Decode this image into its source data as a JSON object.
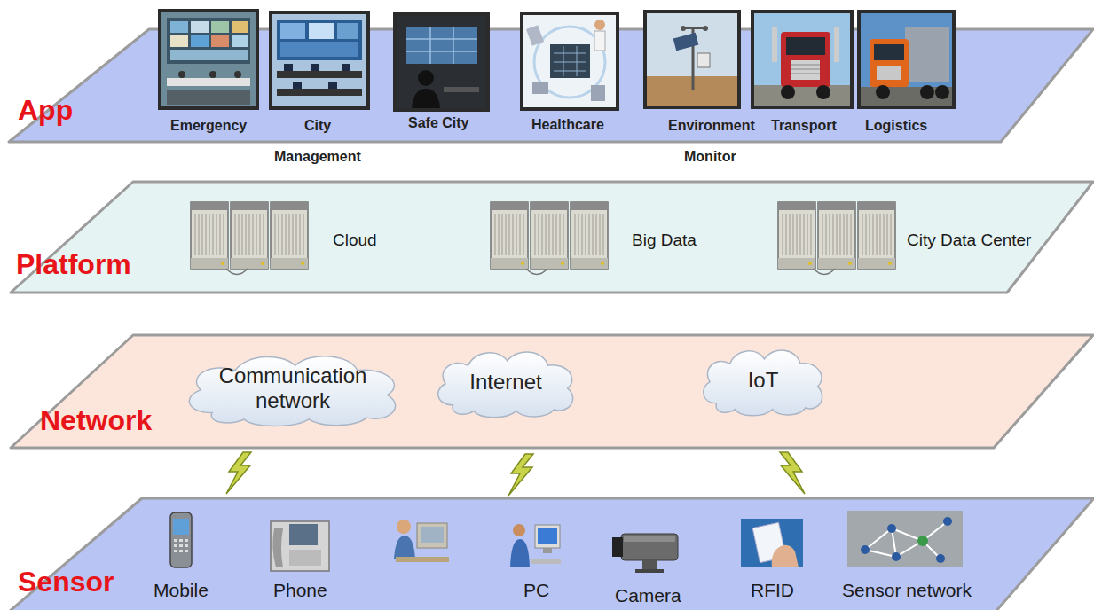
{
  "diagram": {
    "nodes": [
      {
        "text": [
          "App"
        ]
      },
      {
        "text": [
          "Platform"
        ]
      },
      {
        "text": [
          "Network"
        ]
      },
      {
        "text": [
          "Communication network"
        ],
        "in": 2
      },
      {
        "text": [
          "Internet"
        ],
        "in": 2
      },
      {
        "text": [
          "IoT"
        ],
        "in": 2
      },
      {
        "text": [
          "Sensor"
        ]
      }
    ],
    "labels": [
      "Emergency",
      "City",
      "Safe City",
      "Healthcare",
      "Environment",
      "Transport",
      "Logistics",
      "Management",
      "Monitor",
      "Cloud",
      "Big Data",
      "City Data Center",
      "Mobile",
      "Phone",
      "PC",
      "Camera",
      "RFID",
      "Sensor network"
    ]
  }
}
